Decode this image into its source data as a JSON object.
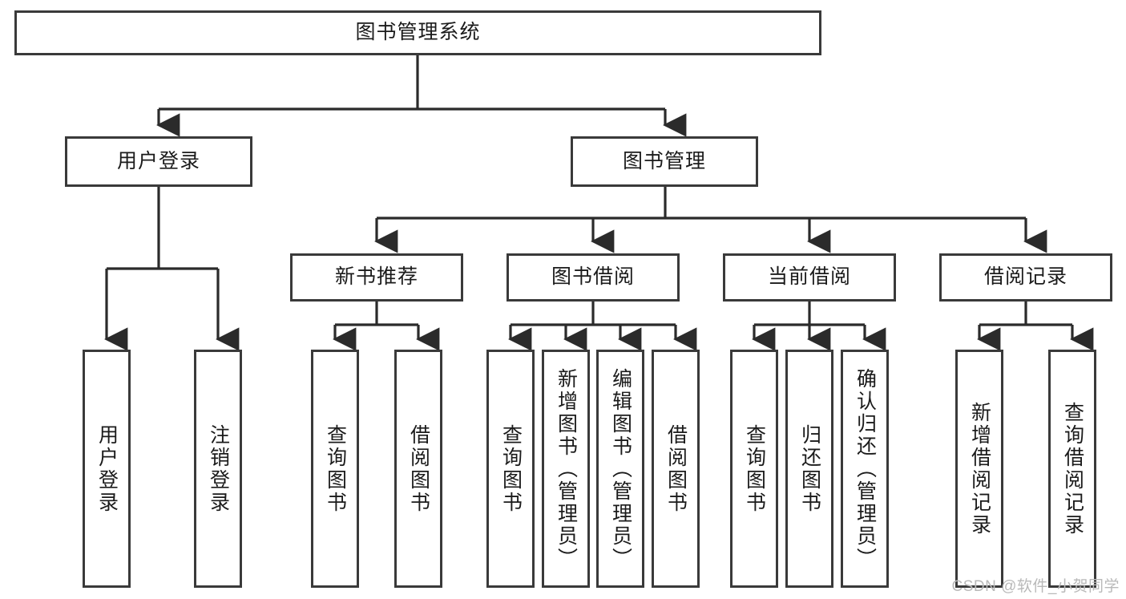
{
  "diagram": {
    "title": "图书管理系统",
    "type": "tree",
    "watermark": "CSDN @软件_小贺同学",
    "colors": {
      "border": "#3a3a3a",
      "text": "#1b1b1b",
      "background": "#ffffff",
      "wire": "#2b2b2b",
      "watermark": "#b9b9b9"
    },
    "root": {
      "label": "图书管理系统"
    },
    "level2": [
      {
        "label": "用户登录"
      },
      {
        "label": "图书管理"
      }
    ],
    "level3": [
      {
        "label": "新书推荐"
      },
      {
        "label": "图书借阅"
      },
      {
        "label": "当前借阅"
      },
      {
        "label": "借阅记录"
      }
    ],
    "leaves": {
      "user_login": [
        {
          "label": "用户登录"
        },
        {
          "label": "注销登录"
        }
      ],
      "new_book": [
        {
          "label": "查询图书"
        },
        {
          "label": "借阅图书"
        }
      ],
      "book_borrow": [
        {
          "label": "查询图书"
        },
        {
          "label": "新增图书（管理员）"
        },
        {
          "label": "编辑图书（管理员）"
        },
        {
          "label": "借阅图书"
        }
      ],
      "current_borrow": [
        {
          "label": "查询图书"
        },
        {
          "label": "归还图书"
        },
        {
          "label": "确认归还（管理员）"
        }
      ],
      "borrow_record": [
        {
          "label": "新增借阅记录"
        },
        {
          "label": "查询借阅记录"
        }
      ]
    }
  }
}
